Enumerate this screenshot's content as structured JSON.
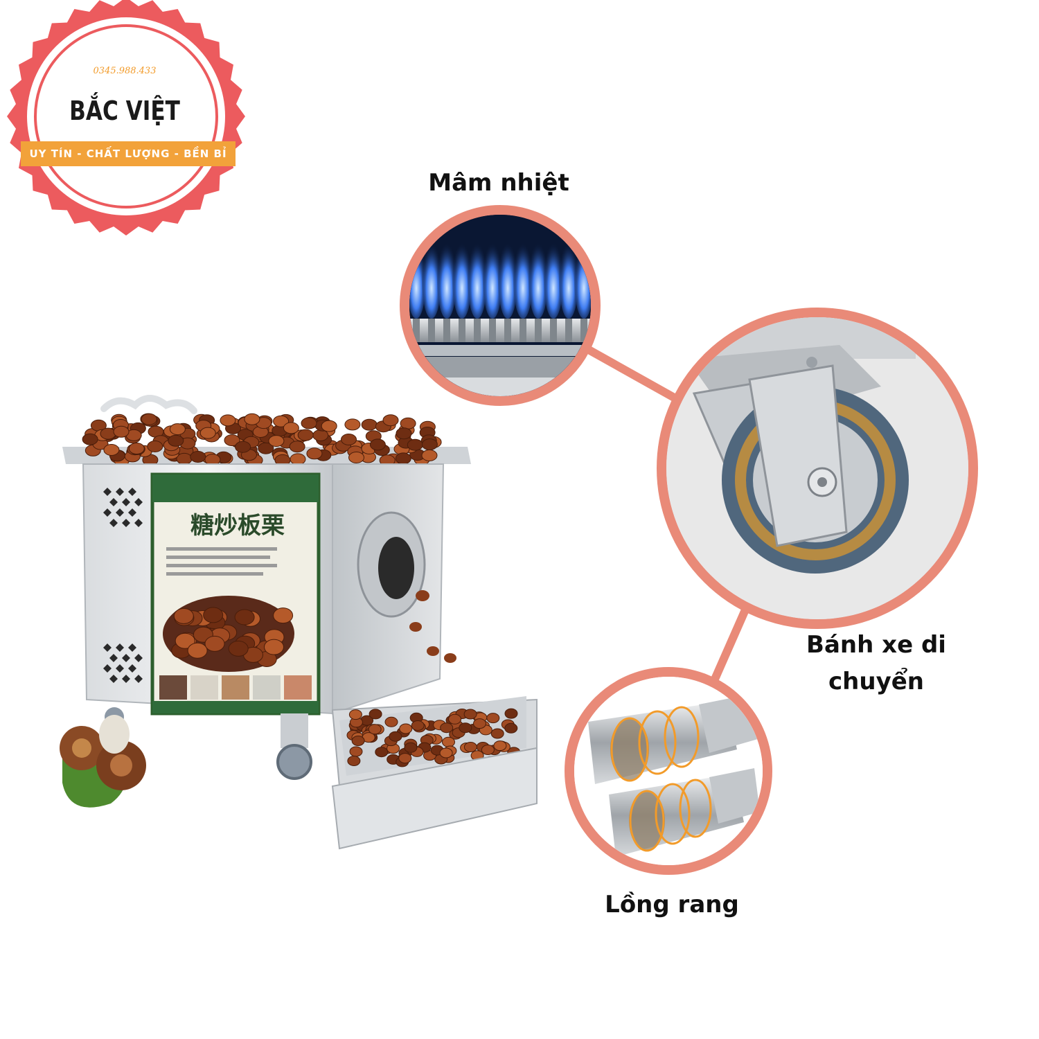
{
  "logo": {
    "phone": "0345.988.433",
    "brand": "BẮC VIỆT",
    "slogan": "UY TÍN - CHẤT LƯỢNG - BỀN BỈ",
    "colors": {
      "seal": "#ec5b5e",
      "ribbon": "#f2a23a",
      "phone": "#f29b2a"
    }
  },
  "callouts": {
    "heat_tray": "Mâm nhiệt",
    "wheel": "Bánh xe di\nchuyển",
    "drum": "Lồng rang"
  },
  "machine_sign": {
    "title": "糖炒板栗"
  },
  "colors": {
    "callout_ring": "#e98a78"
  }
}
